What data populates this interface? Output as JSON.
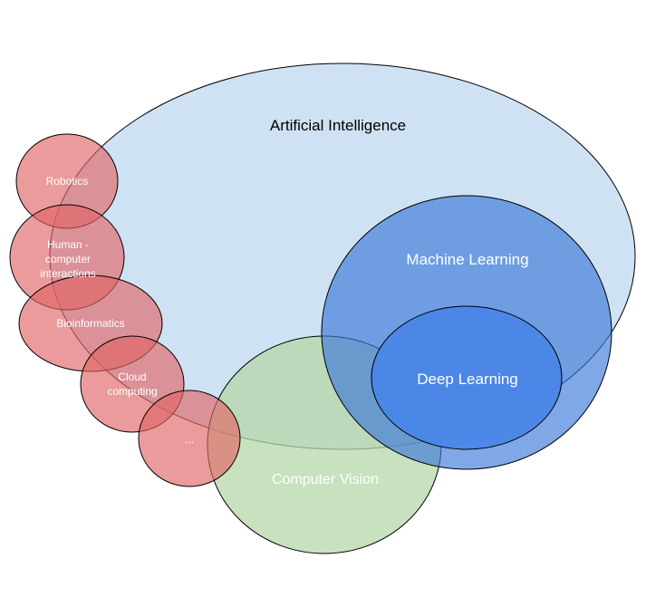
{
  "diagram": {
    "regions": {
      "artificial_intelligence": {
        "label": "Artificial Intelligence",
        "fill": "#cfe2f3"
      },
      "machine_learning": {
        "label": "Machine Learning",
        "fill": "#6d9eeb"
      },
      "deep_learning": {
        "label": "Deep Learning",
        "fill": "#4a86e8"
      },
      "computer_vision": {
        "label": "Computer Vision",
        "fill": "#b6d7a8"
      },
      "robotics": {
        "label": "Robotics",
        "fill": "#e06666"
      },
      "hci": {
        "label_line1": "Human -",
        "label_line2": "computer",
        "label_line3": "interactions",
        "fill": "#e06666"
      },
      "bioinformatics": {
        "label": "Bioinformatics",
        "fill": "#e06666"
      },
      "cloud": {
        "label_line1": "Cloud",
        "label_line2": "computing",
        "fill": "#e06666"
      },
      "more": {
        "label": "...",
        "fill": "#e06666"
      }
    }
  }
}
